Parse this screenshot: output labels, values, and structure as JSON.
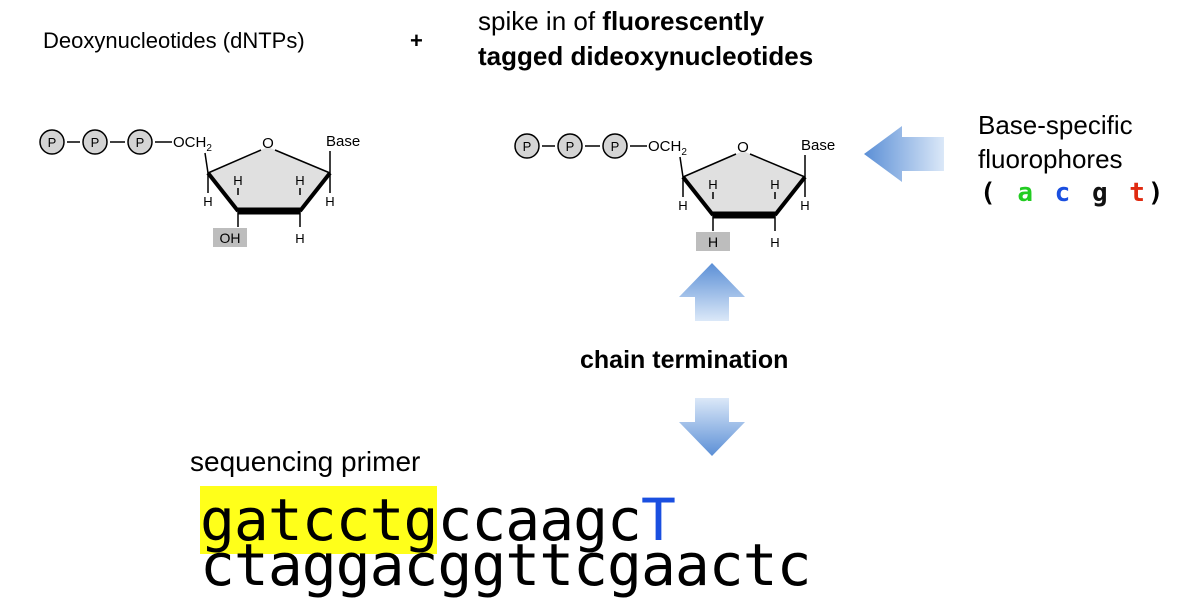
{
  "header": {
    "dntp_label": "Deoxynucleotides (dNTPs)",
    "plus": "+",
    "spike_prefix": "spike in of ",
    "spike_bold1": "fluorescently",
    "spike_bold2": "tagged dideoxynucleotides"
  },
  "molecule_left": {
    "phosphates": [
      "P",
      "P",
      "P"
    ],
    "och2": "OCH",
    "sub2": "2",
    "ring_o": "O",
    "base": "Base",
    "h_labels": [
      "H",
      "H",
      "H",
      "H",
      "H"
    ],
    "three_prime": "OH"
  },
  "molecule_right": {
    "phosphates": [
      "P",
      "P",
      "P"
    ],
    "och2": "OCH",
    "sub2": "2",
    "ring_o": "O",
    "base": "Base",
    "h_labels": [
      "H",
      "H",
      "H",
      "H",
      "H"
    ],
    "three_prime": "H"
  },
  "fluorophores": {
    "line1": "Base-specific",
    "line2": "fluorophores",
    "open": "(",
    "bases": [
      {
        "letter": "a",
        "color": "#22cc22"
      },
      {
        "letter": "c",
        "color": "#1a4fe0"
      },
      {
        "letter": "g",
        "color": "#111111"
      },
      {
        "letter": "t",
        "color": "#e02a10"
      }
    ],
    "close": ")"
  },
  "chain_termination": "chain termination",
  "primer_label": "sequencing primer",
  "sequence": {
    "primer": "gatcctg",
    "extended": "ccaagc",
    "terminator": "T",
    "terminator_color": "#1a4fe0",
    "highlight_color": "#ffff1a",
    "template": "ctaggacggttcgaactc"
  },
  "colors": {
    "arrow_dark": "#5b8fd6",
    "arrow_light": "#dbe8f8",
    "ring_fill": "#e0e0e0",
    "phosphate_fill": "#d4d4d4",
    "highlight_box": "#bdbdbd"
  }
}
